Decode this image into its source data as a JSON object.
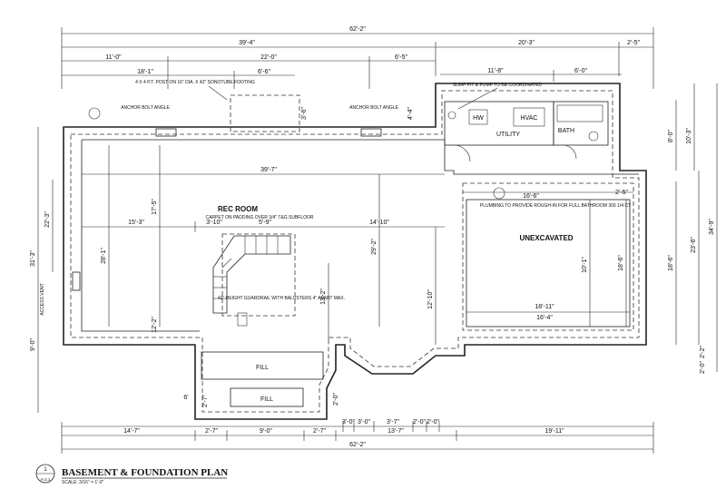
{
  "title": "BASEMENT & FOUNDATION PLAN",
  "scale": "SCALE: 3/16\" = 1'-0\"",
  "sheet_marker": {
    "number": "1",
    "sheet": "A-2.1"
  },
  "rooms": {
    "utility": "UTILITY",
    "bath": "BATH",
    "hw": "HW",
    "hvac": "HVAC",
    "unexcavated": "UNEXCAVATED",
    "rec_room": "REC ROOM",
    "fill_1": "FILL",
    "fill_2": "FILL"
  },
  "notes": {
    "post_note": "4 X 4 P.T. POST ON 16\" DIA. X 42\" SONOTUBE FOOTING",
    "anchor_left": "ANCHOR BOLT ANGLE",
    "anchor_right": "ANCHOR BOLT ANGLE",
    "sump": "SUMP PIT & PUMP TO BE COORDINATED",
    "plumbing": "PLUMBING TO PROVIDE ROUGH-IN FOR FULL BATHROOM 300 1/4 CT",
    "carpet": "CARPET ON PADDING OVER 3/4\" T&G SUBFLOOR",
    "guardrail": "42\" HEIGHT GUARDRAIL WITH BALUSTERS 4\" APART MAX.",
    "access_vent": "ACCESS VENT"
  },
  "dimensions": {
    "top_overall": "62'-2\"",
    "top_left": "39'-4\"",
    "top_right_a": "20'-3\"",
    "top_right_b": "2'-5\"",
    "row3_a": "11'-0\"",
    "row3_b": "22'-0\"",
    "row3_c": "6'-5\"",
    "row4_a": "18'-1\"",
    "row4_b": "6'-6\"",
    "util_a": "11'-8\"",
    "util_b": "6'-0\"",
    "room_width": "39'-7\"",
    "unexc_width": "16'-6\"",
    "unexc_inner_bottom": "18'-11\"",
    "unexc_inner_bottom2": "16'-4\"",
    "rec_a": "15'-3\"",
    "rec_b": "14'-10\"",
    "rec_c": "3'-10\"",
    "rec_d": "5'-9\"",
    "height_a": "28'-1\"",
    "height_b": "29'-2\"",
    "height_c": "17'-5\"",
    "height_d": "12'-2\"",
    "height_e": "12'-10\"",
    "height_f": "13'-2\"",
    "height_g": "10'-1\"",
    "height_h": "18'-6\"",
    "left_a": "22'-3\"",
    "left_b": "31'-3\"",
    "left_c": "9'-0\"",
    "right_a": "10'-3\"",
    "right_b": "8'-0\"",
    "right_c": "34'-9\"",
    "right_d": "23'-6\"",
    "right_e": "18'-6\"",
    "right_f": "2'-2\"",
    "right_g": "2'-0\"",
    "small_a": "4'-4\"",
    "small_b": "3'-6\"",
    "small_c": "2'-5\"",
    "small_d": "6'",
    "bottom_a": "14'-7\"",
    "bottom_b": "2'-7\"",
    "bottom_c": "9'-0\"",
    "bottom_d": "2'-7\"",
    "bottom_e": "3'-0\"",
    "bottom_f": "3'-0\"",
    "bottom_g": "3'-7\"",
    "bottom_h": "2'-0\"",
    "bottom_i": "2'-0\"",
    "bottom_j": "13'-7\"",
    "bottom_k": "19'-11\"",
    "bottom_overall": "62'-2\"",
    "lower_a": "2'-7\"",
    "lower_b": "2'-0\""
  }
}
